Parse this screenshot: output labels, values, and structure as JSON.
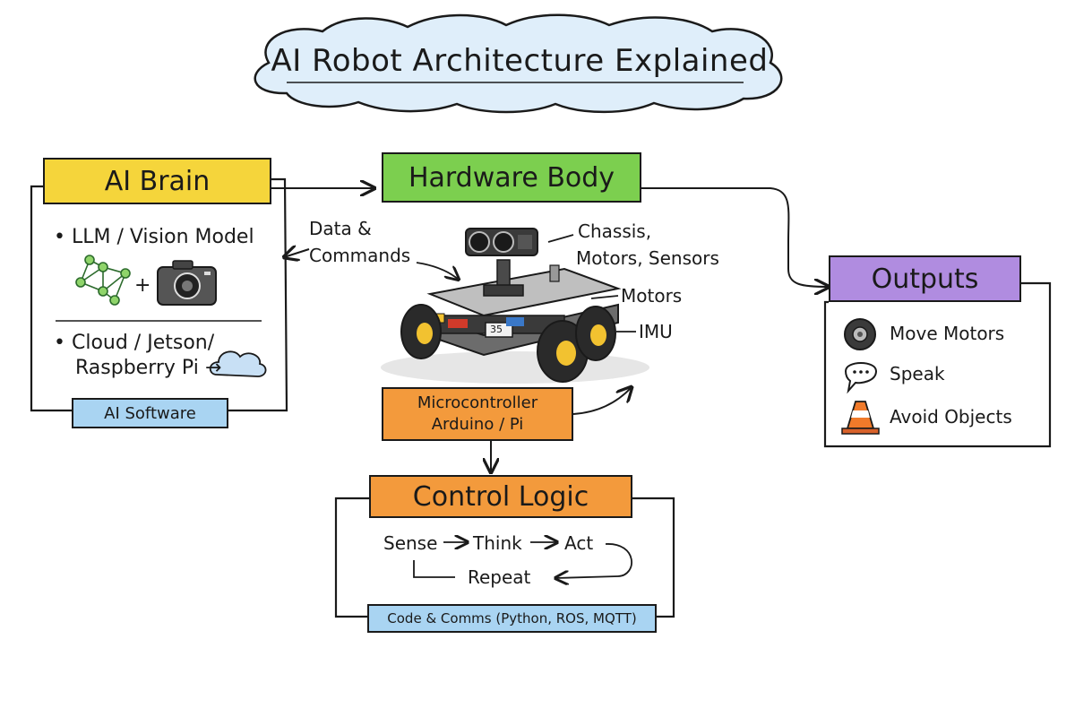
{
  "title": "AI Robot Architecture Explained",
  "ai_brain": {
    "header": "AI Brain",
    "item1": "• LLM / Vision Model",
    "plus": "+",
    "item2_line1": "• Cloud / Jetson/",
    "item2_line2": "Raspberry Pi →",
    "footer": "AI Software",
    "header_color": "#f5d53b",
    "footer_color": "#a9d4f2"
  },
  "hardware": {
    "header": "Hardware Body",
    "header_color": "#7ccf4f",
    "data_label_line1": "Data &",
    "data_label_line2": "Commands",
    "chassis_line1": "Chassis,",
    "chassis_line2": "Motors, Sensors",
    "motors": "Motors",
    "imu": "IMU",
    "mcu_line1": "Microcontroller",
    "mcu_line2": "Arduino / Pi",
    "mcu_color": "#f39a3c",
    "board_number": "35"
  },
  "control": {
    "header": "Control Logic",
    "header_color": "#f39a3c",
    "sense": "Sense",
    "think": "Think",
    "act": "Act",
    "repeat": "Repeat",
    "footer": "Code & Comms (Python, ROS, MQTT)",
    "footer_color": "#a9d4f2"
  },
  "outputs": {
    "header": "Outputs",
    "header_color": "#b08ce0",
    "items": [
      {
        "label": "Move Motors",
        "icon": "wheel-icon"
      },
      {
        "label": "Speak",
        "icon": "speech-bubble-icon"
      },
      {
        "label": "Avoid Objects",
        "icon": "traffic-cone-icon"
      }
    ]
  }
}
